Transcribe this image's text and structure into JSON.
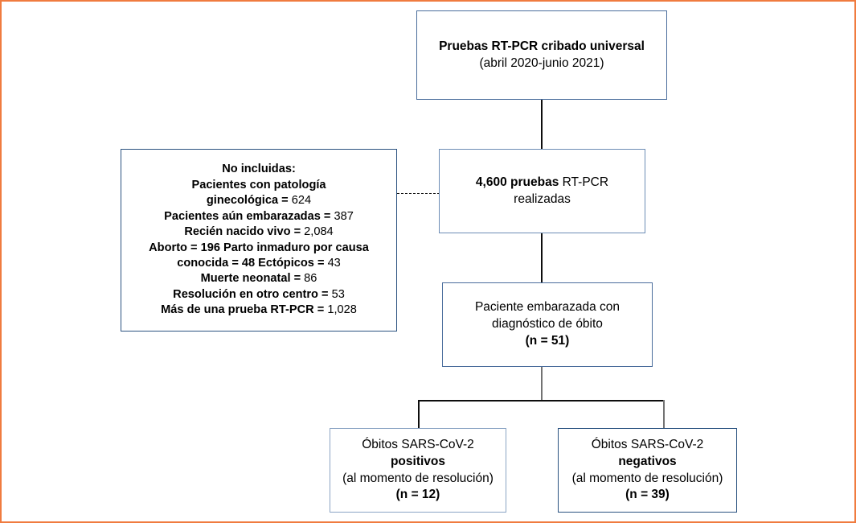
{
  "figure": {
    "type": "flowchart",
    "language": "es",
    "frame_color": "#f07b3f"
  },
  "nodes": {
    "top": {
      "name": "pruebas-cribado-universal",
      "line1": "Pruebas RT-PCR cribado universal",
      "line2": "(abril 2020-junio 2021)"
    },
    "pruebas_realizadas": {
      "name": "pruebas-rtpcr-realizadas",
      "count": "4,600",
      "line1_bold": "4,600 pruebas",
      "line1_rest": " RT-PCR",
      "line2": "realizadas"
    },
    "no_incluidas": {
      "name": "no-incluidas",
      "title": "No incluidas:",
      "lines": [
        {
          "label": "Pacientes con patología",
          "label2": "ginecológica = ",
          "value": "624"
        },
        {
          "label": "Pacientes aún embarazadas = ",
          "value": "387"
        },
        {
          "label": "Recién nacido vivo = ",
          "value": "2,084"
        },
        {
          "label": "Aborto = 196 Parto inmaduro por causa",
          "value": ""
        },
        {
          "label": "conocida = 48 Ectópicos = ",
          "value": "43"
        },
        {
          "label": "Muerte neonatal = ",
          "value": "86"
        },
        {
          "label": "Resolución en otro centro = ",
          "value": "53"
        },
        {
          "label": "Más de una prueba RT-PCR = ",
          "value": "1,028"
        }
      ]
    },
    "paciente_obito": {
      "name": "paciente-embarazada-obito",
      "line1": "Paciente embarazada con",
      "line2": "diagnóstico de óbito",
      "line3": "(n = 51)",
      "n": 51
    },
    "positivos": {
      "name": "obitos-sars-cov-2-positivos",
      "line1": "Óbitos SARS-CoV-2",
      "line2": "positivos",
      "line3": "(al momento de resolución)",
      "line4": "(n = 12)",
      "n": 12
    },
    "negativos": {
      "name": "obitos-sars-cov-2-negativos",
      "line1": "Óbitos SARS-CoV-2",
      "line2": "negativos",
      "line3": "(al momento de resolución)",
      "line4": "(n = 39)",
      "n": 39
    }
  },
  "chart_data": {
    "type": "diagram",
    "title": "Diagrama de flujo de inclusión de pruebas RT-PCR",
    "flow": [
      {
        "id": "top",
        "label": "Pruebas RT-PCR cribado universal (abril 2020-junio 2021)",
        "value": null
      },
      {
        "id": "pruebas_realizadas",
        "label": "pruebas RT-PCR realizadas",
        "value": 4600
      },
      {
        "id": "paciente_obito",
        "label": "Paciente embarazada con diagnóstico de óbito",
        "value": 51
      },
      {
        "id": "positivos",
        "label": "Óbitos SARS-CoV-2 positivos (al momento de resolución)",
        "value": 12
      },
      {
        "id": "negativos",
        "label": "Óbitos SARS-CoV-2 negativos (al momento de resolución)",
        "value": 39
      }
    ],
    "exclusions": [
      {
        "label": "Pacientes con patología ginecológica",
        "value": 624
      },
      {
        "label": "Pacientes aún embarazadas",
        "value": 387
      },
      {
        "label": "Recién nacido vivo",
        "value": 2084
      },
      {
        "label": "Aborto",
        "value": 196
      },
      {
        "label": "Parto inmaduro por causa conocida",
        "value": 48
      },
      {
        "label": "Ectópicos",
        "value": 43
      },
      {
        "label": "Muerte neonatal",
        "value": 86
      },
      {
        "label": "Resolución en otro centro",
        "value": 53
      },
      {
        "label": "Más de una prueba RT-PCR",
        "value": 1028
      }
    ],
    "edges": [
      {
        "from": "top",
        "to": "pruebas_realizadas",
        "style": "solid"
      },
      {
        "from": "no_incluidas",
        "to": "pruebas_realizadas",
        "style": "dashed"
      },
      {
        "from": "pruebas_realizadas",
        "to": "paciente_obito",
        "style": "solid"
      },
      {
        "from": "paciente_obito",
        "to": "positivos",
        "style": "solid"
      },
      {
        "from": "paciente_obito",
        "to": "negativos",
        "style": "solid"
      }
    ]
  }
}
